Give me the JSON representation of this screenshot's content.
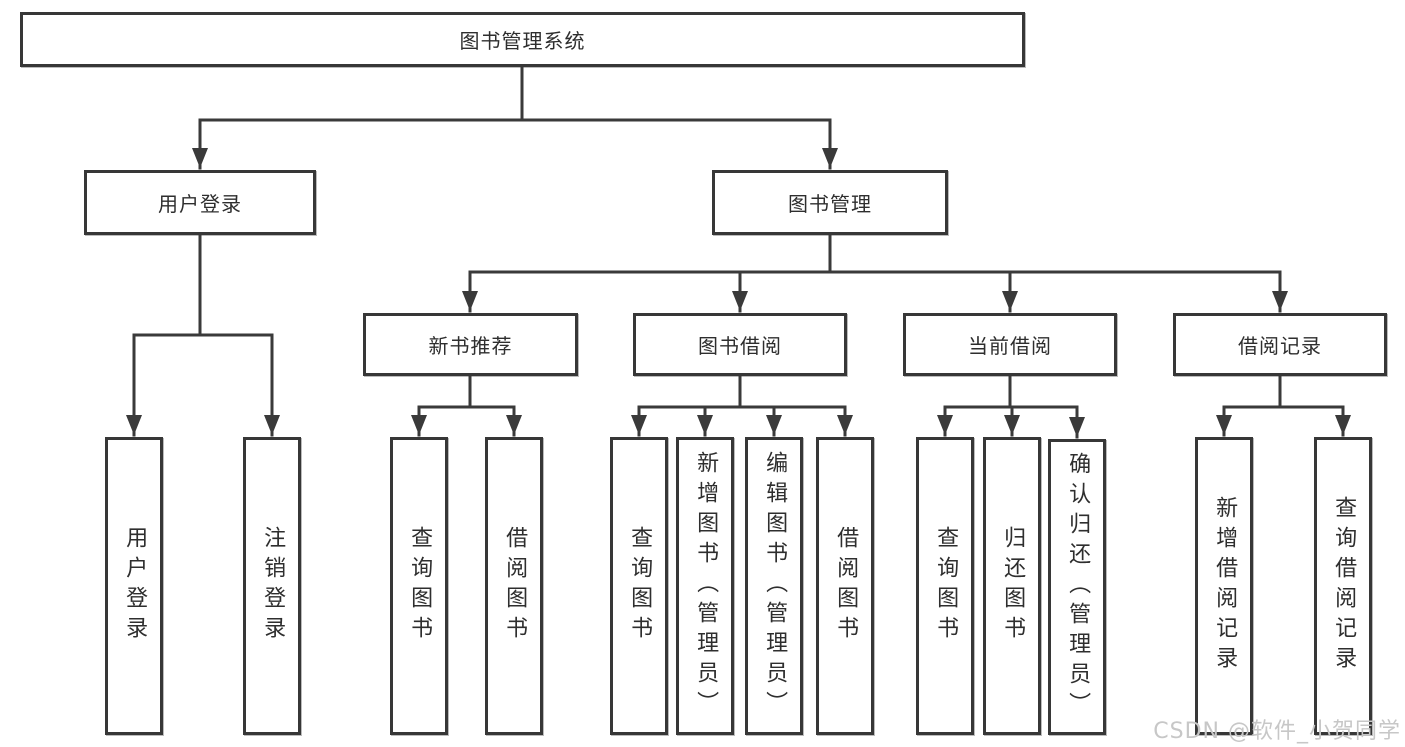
{
  "diagram": {
    "root": {
      "label": "图书管理系统"
    },
    "level2": {
      "user_login": {
        "label": "用户登录"
      },
      "book_mgmt": {
        "label": "图书管理"
      }
    },
    "level3": {
      "new_book_rec": {
        "label": "新书推荐"
      },
      "book_borrow": {
        "label": "图书借阅"
      },
      "current_borrow": {
        "label": "当前借阅"
      },
      "borrow_record": {
        "label": "借阅记录"
      }
    },
    "leaves": {
      "user_login": {
        "label": "用户登录"
      },
      "logout": {
        "label": "注销登录"
      },
      "nbr_query_book": {
        "label": "查询图书"
      },
      "nbr_borrow_book": {
        "label": "借阅图书"
      },
      "bb_query_book": {
        "label": "查询图书"
      },
      "bb_add_book_admin": {
        "label": "新增图书（管理员）"
      },
      "bb_edit_book_admin": {
        "label": "编辑图书（管理员）"
      },
      "bb_borrow_book": {
        "label": "借阅图书"
      },
      "cb_query_book": {
        "label": "查询图书"
      },
      "cb_return_book": {
        "label": "归还图书"
      },
      "cb_confirm_return_admin": {
        "label": "确认归还（管理员）"
      },
      "br_add_record": {
        "label": "新增借阅记录"
      },
      "br_query_record": {
        "label": "查询借阅记录"
      }
    }
  },
  "watermark": {
    "text": "CSDN @软件_小贺同学"
  },
  "colors": {
    "line": "#3a3a3a",
    "box_border": "#373737",
    "box_fill": "#ffffff",
    "text": "#2e2e2e",
    "watermark": "#c7c7c7"
  }
}
